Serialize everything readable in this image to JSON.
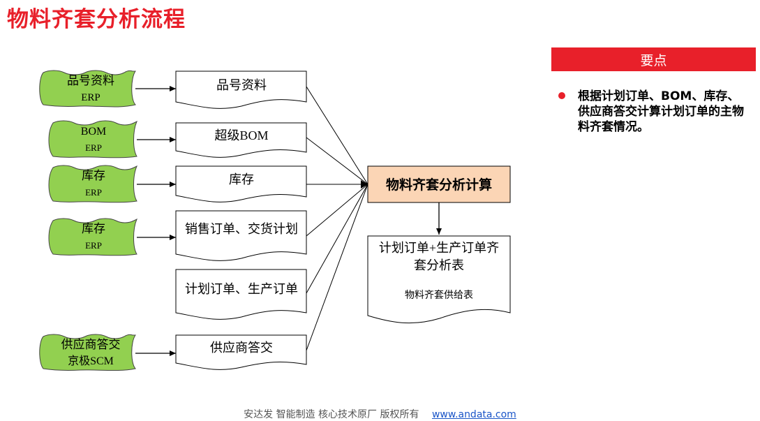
{
  "title": "物料齐套分析流程",
  "sources": [
    {
      "line1": "品号资料",
      "line2": "ERP"
    },
    {
      "line1": "BOM",
      "line2": "ERP"
    },
    {
      "line1": "库存",
      "line2": "ERP"
    },
    {
      "line1": "库存",
      "line2": "ERP"
    },
    {
      "line1": "供应商答交",
      "line2": "京极SCM"
    }
  ],
  "documents": [
    {
      "label": "品号资料"
    },
    {
      "label": "超级BOM"
    },
    {
      "label": "库存"
    },
    {
      "label": "销售订单、交货计划"
    },
    {
      "label": "计划订单、生产订单"
    },
    {
      "label": "供应商答交"
    }
  ],
  "process": {
    "label": "物料齐套分析计算"
  },
  "output": {
    "line1": "计划订单+生产订单齐",
    "line2": "套分析表",
    "line3": "物料齐套供给表"
  },
  "panel": {
    "header": "要点",
    "point": "根据计划订单、BOM、库存、供应商答交计算计划订单的主物料齐套情况。"
  },
  "footer": {
    "text": "安达发   智能制造 核心技术原厂    版权所有",
    "link": "www.andata.com"
  },
  "colors": {
    "accent": "#e8202a",
    "source_fill": "#92d050",
    "process_fill": "#fbd5b5"
  }
}
